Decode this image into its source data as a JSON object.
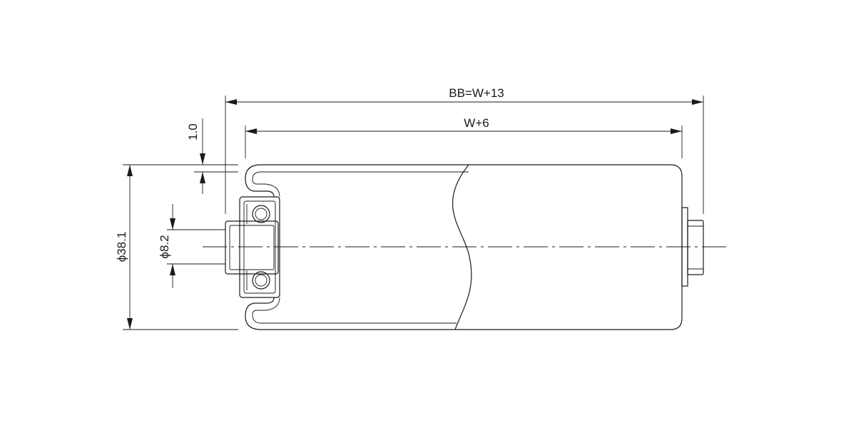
{
  "dimensions": {
    "overall_length": "BB=W+13",
    "tube_length": "W+6",
    "wall_thickness": "1.0",
    "tube_diameter": "ϕ38.1",
    "shaft_diameter": "ϕ8.2"
  }
}
